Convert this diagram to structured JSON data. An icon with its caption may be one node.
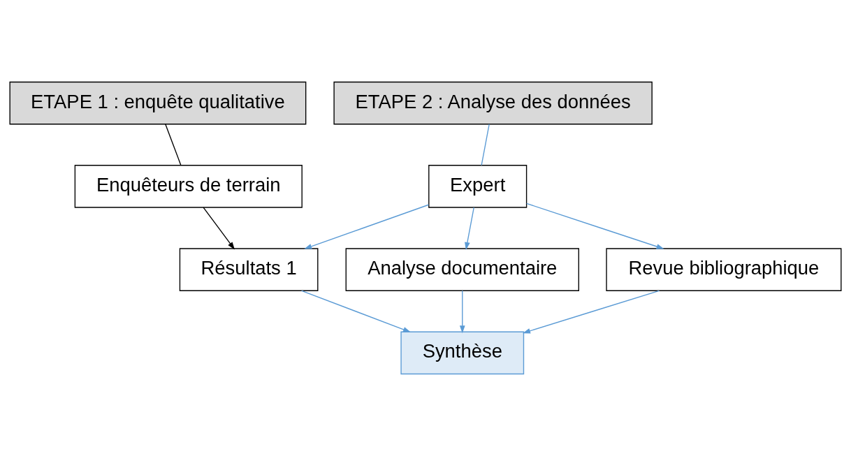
{
  "diagram": {
    "nodes": [
      {
        "text": [
          "ETAPE 1 : enquête qualitative"
        ]
      },
      {
        "text": [
          "ETAPE 2 : Analyse des données"
        ]
      },
      {
        "text": [
          "Enquêteurs de terrain"
        ]
      },
      {
        "text": [
          "Expert"
        ]
      },
      {
        "text": [
          "Résultats 1"
        ]
      },
      {
        "text": [
          "Analyse documentaire"
        ]
      },
      {
        "text": [
          "Revue bibliographique"
        ]
      },
      {
        "text": [
          "Synthèse"
        ]
      }
    ],
    "edges": [
      {
        "from": 0,
        "to": 2,
        "arrow": "none",
        "color": "#000000"
      },
      {
        "from": 2,
        "to": 4,
        "arrow": "to",
        "color": "#000000"
      },
      {
        "from": 1,
        "to": 3,
        "arrow": "none"
      },
      {
        "from": 3,
        "to": 4,
        "arrow": "to"
      },
      {
        "from": 3,
        "to": 5,
        "arrow": "to"
      },
      {
        "from": 3,
        "to": 6,
        "arrow": "to"
      },
      {
        "from": 4,
        "to": 7,
        "arrow": "to"
      },
      {
        "from": 5,
        "to": 7,
        "arrow": "to"
      },
      {
        "from": 6,
        "to": 7,
        "arrow": "to"
      }
    ]
  }
}
